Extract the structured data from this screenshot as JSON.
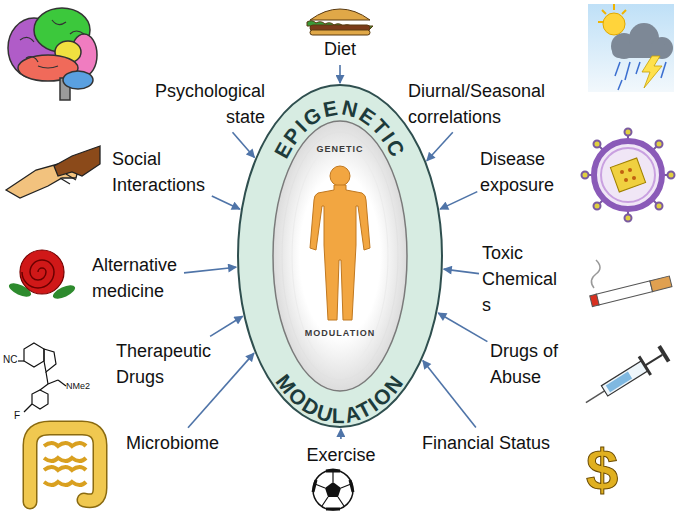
{
  "diagram": {
    "nodes": [
      {
        "text": [
          "EPIGENETIC",
          "MODULATION"
        ]
      },
      {
        "text": [
          "GENETIC",
          "MODULATION"
        ],
        "in": 0
      },
      {
        "text": [
          "Diet"
        ]
      },
      {
        "text": [
          "Psychological state"
        ]
      },
      {
        "text": [
          "Diurnal/Seasonal correlations"
        ]
      },
      {
        "text": [
          "Social Interactions"
        ]
      },
      {
        "text": [
          "Disease exposure"
        ]
      },
      {
        "text": [
          "Alternative medicine"
        ]
      },
      {
        "text": [
          "Toxic Chemical s"
        ]
      },
      {
        "text": [
          "Therapeutic Drugs"
        ]
      },
      {
        "text": [
          "Drugs of Abuse"
        ]
      },
      {
        "text": [
          "Microbiome"
        ]
      },
      {
        "text": [
          "Exercise"
        ]
      },
      {
        "text": [
          "Financial Status"
        ]
      }
    ],
    "edges": [
      {
        "from": 2,
        "to": 0,
        "arrow": "to"
      },
      {
        "from": 3,
        "to": 0,
        "arrow": "to"
      },
      {
        "from": 4,
        "to": 0,
        "arrow": "to"
      },
      {
        "from": 5,
        "to": 0,
        "arrow": "to"
      },
      {
        "from": 6,
        "to": 0,
        "arrow": "to"
      },
      {
        "from": 7,
        "to": 0,
        "arrow": "to"
      },
      {
        "from": 8,
        "to": 0,
        "arrow": "to"
      },
      {
        "from": 9,
        "to": 0,
        "arrow": "to"
      },
      {
        "from": 10,
        "to": 0,
        "arrow": "to"
      },
      {
        "from": 11,
        "to": 0,
        "arrow": "to"
      },
      {
        "from": 12,
        "to": 0,
        "arrow": "to"
      },
      {
        "from": 13,
        "to": 0,
        "arrow": "to"
      }
    ],
    "labels": [
      "NC",
      "F",
      "NMe2",
      "$"
    ]
  }
}
